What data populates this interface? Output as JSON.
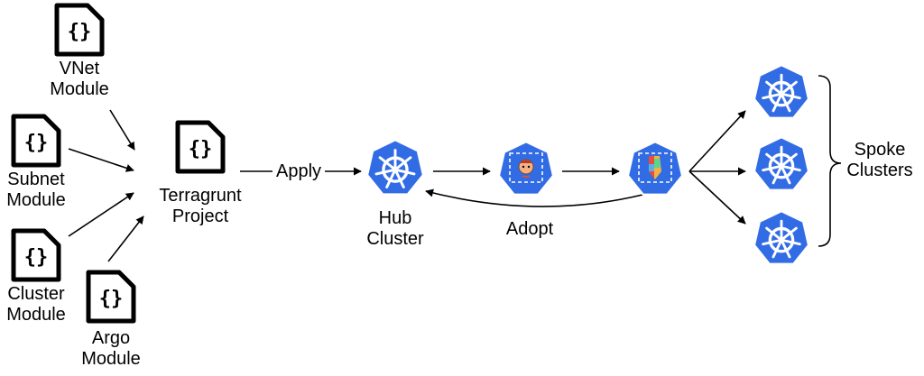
{
  "modules": {
    "vnet": [
      "VNet",
      "Module"
    ],
    "subnet": [
      "Subnet",
      "Module"
    ],
    "cluster": [
      "Cluster",
      "Module"
    ],
    "argo": [
      "Argo",
      "Module"
    ]
  },
  "project": [
    "Terragrunt",
    "Project"
  ],
  "apply_label": "Apply",
  "hub": [
    "Hub",
    "Cluster"
  ],
  "adopt_label": "Adopt",
  "spoke": [
    "Spoke",
    "Clusters"
  ],
  "file_icon_glyph": "{}",
  "icons": {
    "module": "json-file-icon",
    "hub": "kubernetes-icon",
    "operator_a": "crossplane-operator-icon",
    "operator_b": "kubernetes-resource-icon",
    "spoke": "kubernetes-icon"
  },
  "colors": {
    "kubernetes_blue": "#326CE5",
    "stroke": "#000000"
  }
}
